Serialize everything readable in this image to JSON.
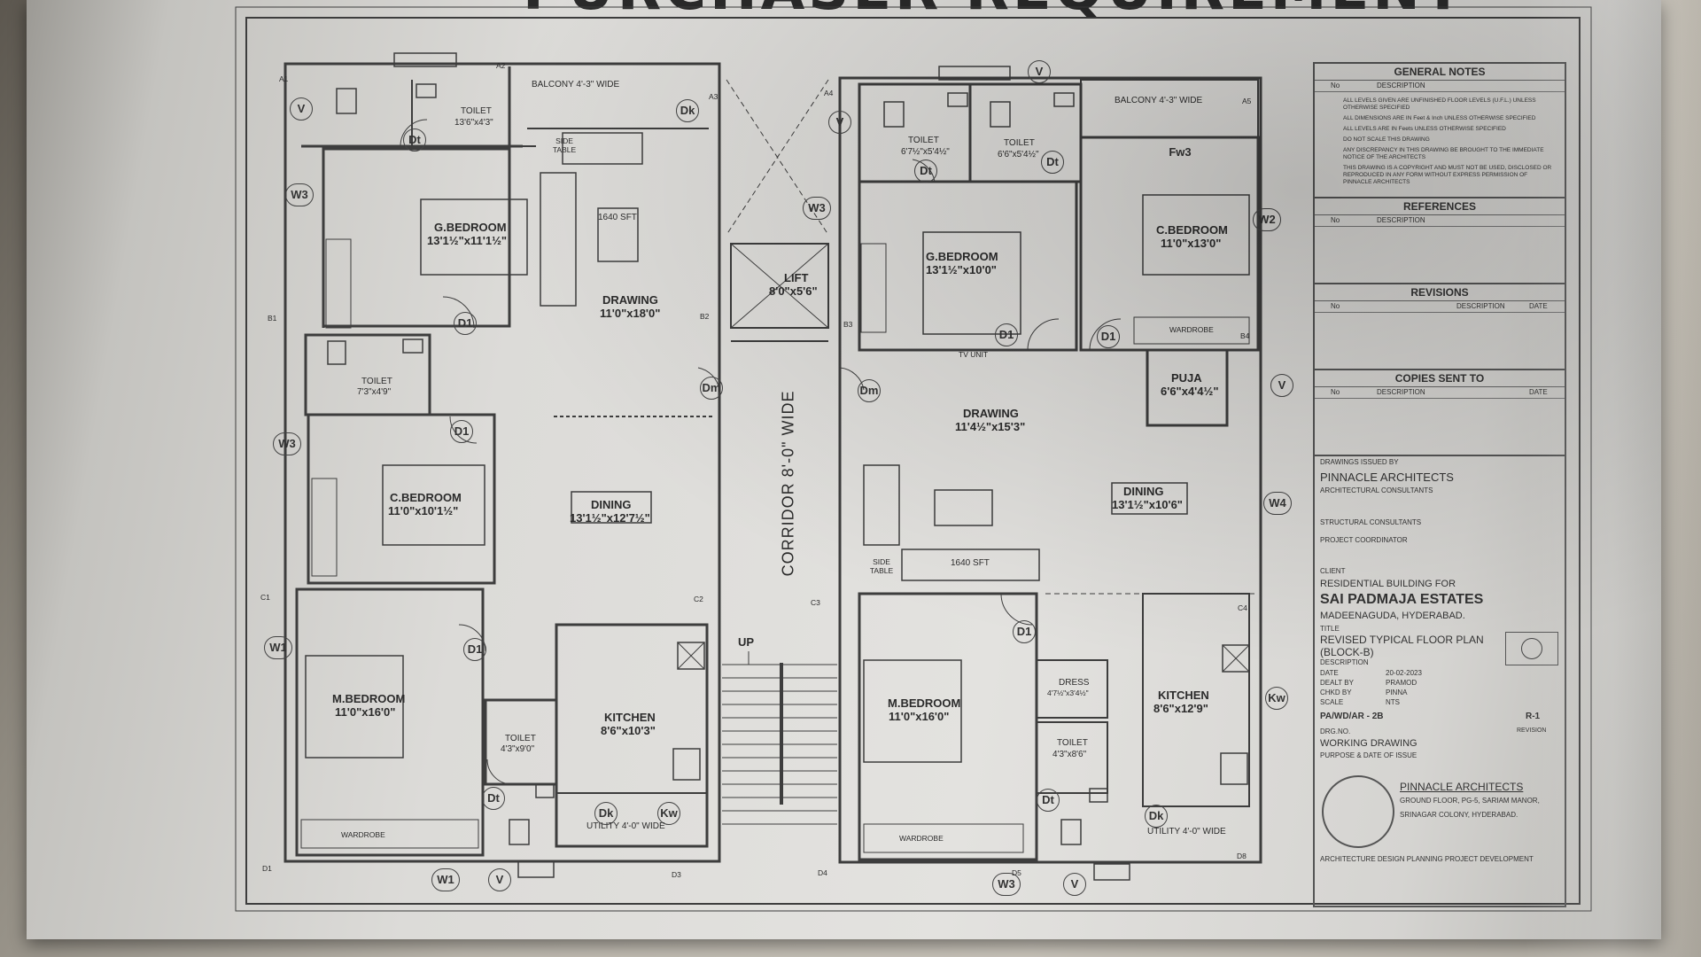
{
  "heading": "PURCHASER REQUIREMENT",
  "rooms": {
    "balcony_left": "BALCONY  4'-3\" WIDE",
    "balcony_right": "BALCONY  4'-3\" WIDE",
    "toilet_a_name": "TOILET",
    "toilet_a_size": "13'6\"x4'3\"",
    "toilet_b_name": "TOILET",
    "toilet_b_size": "7'3\"x4'9\"",
    "toilet_c_name": "TOILET",
    "toilet_c_size": "4'3\"x9'0\"",
    "toilet_d_name": "TOILET",
    "toilet_d_size": "6'7½\"x5'4½\"",
    "toilet_e_name": "TOILET",
    "toilet_e_size": "6'6\"x5'4½\"",
    "toilet_f_name": "TOILET",
    "toilet_f_size": "4'3\"x8'6\"",
    "gbed_left_name": "G.BEDROOM",
    "gbed_left_size": "13'1½\"x11'1½\"",
    "gbed_right_name": "G.BEDROOM",
    "gbed_right_size": "13'1½\"x10'0\"",
    "cbed_left_name": "C.BEDROOM",
    "cbed_left_size": "11'0\"x10'1½\"",
    "cbed_right_name": "C.BEDROOM",
    "cbed_right_size": "11'0\"x13'0\"",
    "mbed_left_name": "M.BEDROOM",
    "mbed_left_size": "11'0\"x16'0\"",
    "mbed_right_name": "M.BEDROOM",
    "mbed_right_size": "11'0\"x16'0\"",
    "drawing_left_name": "DRAWING",
    "drawing_left_size": "11'0\"x18'0\"",
    "drawing_right_name": "DRAWING",
    "drawing_right_size": "11'4½\"x15'3\"",
    "dining_left_name": "DINING",
    "dining_left_size": "13'1½\"x12'7½\"",
    "dining_right_name": "DINING",
    "dining_right_size": "13'1½\"x10'6\"",
    "kitchen_left_name": "KITCHEN",
    "kitchen_left_size": "8'6\"x10'3\"",
    "kitchen_right_name": "KITCHEN",
    "kitchen_right_size": "8'6\"x12'9\"",
    "sft_left": "1640 SFT",
    "sft_right": "1640 SFT",
    "lift_name": "LIFT",
    "lift_size": "8'0\"x5'6\"",
    "corridor": "CORRIDOR 8'-0\" WIDE",
    "up": "UP",
    "puja_name": "PUJA",
    "puja_size": "6'6\"x4'4½\"",
    "dress_name": "DRESS",
    "dress_size": "4'7½\"x3'4½\"",
    "utility_left": "UTILITY  4'-0\"  WIDE",
    "utility_right": "UTILITY  4'-0\"  WIDE",
    "wardrobe": "WARDROBE",
    "side_table": "SIDE TABLE",
    "tv_unit": "TV UNIT"
  },
  "tags": {
    "v": "V",
    "w1": "W1",
    "w2": "W2",
    "w3": "W3",
    "w4": "W4",
    "d1": "D1",
    "dt": "Dt",
    "dk": "Dk",
    "dm": "Dm",
    "kw": "Kw",
    "fw3": "Fw3"
  },
  "grid": {
    "a1": "A1",
    "a2": "A2",
    "a3": "A3",
    "a4": "A4",
    "a5": "A5",
    "b1": "B1",
    "b2": "B2",
    "b3": "B3",
    "b4": "B4",
    "c1": "C1",
    "c2": "C2",
    "c3": "C3",
    "c4": "C4",
    "d1": "D1",
    "d3": "D3",
    "d4": "D4",
    "d5": "D5",
    "d8": "D8"
  },
  "title_block": {
    "general_notes": "GENERAL NOTES",
    "col_no": "No",
    "col_description": "DESCRIPTION",
    "col_date": "DATE",
    "notes": [
      "ALL LEVELS GIVEN ARE UNFINISHED FLOOR LEVELS (U.F.L.) UNLESS OTHERWISE SPECIFIED",
      "ALL DIMENSIONS ARE IN Feet & Inch UNLESS OTHERWISE SPECIFIED",
      "ALL LEVELS ARE IN Feets UNLESS OTHERWISE SPECIFIED",
      "DO NOT SCALE THIS DRAWING",
      "ANY DISCREPANCY IN THIS DRAWING BE BROUGHT TO THE IMMEDIATE NOTICE OF THE ARCHITECTS",
      "THIS DRAWING IS A COPYRIGHT AND MUST NOT BE USED, DISCLOSED OR REPRODUCED IN ANY FORM WITHOUT EXPRESS PERMISSION OF PINNACLE ARCHITECTS"
    ],
    "references": "REFERENCES",
    "revisions": "REVISIONS",
    "copies_sent_to": "COPIES SENT TO",
    "drawings_issued_by": "DRAWINGS ISSUED BY",
    "firm": "PINNACLE ARCHITECTS",
    "firm_sub": "ARCHITECTURAL CONSULTANTS",
    "structural": "STRUCTURAL CONSULTANTS",
    "coordinator": "PROJECT COORDINATOR",
    "client_label": "CLIENT",
    "client_line1": "RESIDENTIAL BUILDING FOR",
    "client_name": "SAI PADMAJA ESTATES",
    "client_place": "MADEENAGUDA, HYDERABAD.",
    "title_label": "TITLE",
    "title_line1": "REVISED TYPICAL FLOOR PLAN",
    "title_line2": "(BLOCK-B)",
    "description_label": "DESCRIPTION",
    "date_label": "DATE",
    "date_value": "20-02-2023",
    "dealt_label": "DEALT BY",
    "dealt_value": "PRAMOD",
    "chkd_label": "CHKD BY",
    "chkd_value": "PINNA",
    "scale_label": "SCALE",
    "scale_value": "NTS",
    "drg_value": "PA/WD/AR - 2B",
    "drg_label": "DRG.NO.",
    "rev_value": "R-1",
    "rev_label": "REVISION",
    "purpose": "WORKING DRAWING",
    "purpose_label": "PURPOSE & DATE OF ISSUE",
    "footer_firm": "PINNACLE ARCHITECTS",
    "addr1": "GROUND FLOOR, PG-5, SARIAM MANOR,",
    "addr2": "SRINAGAR COLONY, HYDERABAD.",
    "footer_tags": "ARCHITECTURE    DESIGN    PLANNING    PROJECT DEVELOPMENT"
  }
}
